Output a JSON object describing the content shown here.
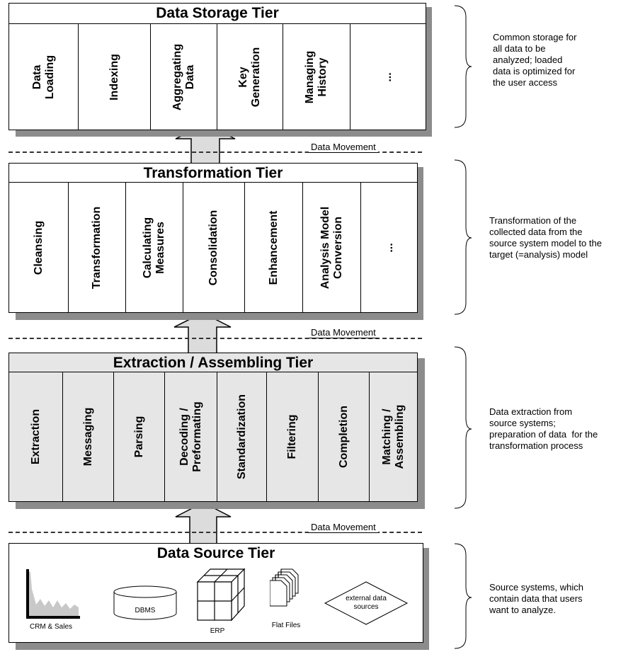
{
  "tiers": {
    "storage": {
      "title": "Data Storage Tier",
      "cells": [
        "Data\nLoading",
        "Indexing",
        "Aggregating\nData",
        "Key\nGeneration",
        "Managing\nHistory",
        "..."
      ],
      "description": "Common storage for\nall data to be\nanalyzed; loaded\ndata is optimized for\nthe user access"
    },
    "transformation": {
      "title": "Transformation Tier",
      "cells": [
        "Cleansing",
        "Transformation",
        "Calculating\nMeasures",
        "Consolidation",
        "Enhancement",
        "Analysis Model\nConversion",
        "..."
      ],
      "description": "Transformation of the\ncollected data from the\nsource system model to the\ntarget (=analysis) model"
    },
    "extraction": {
      "title": "Extraction / Assembling Tier",
      "cells": [
        "Extraction",
        "Messaging",
        "Parsing",
        "Decoding /\nPreformating",
        "Standardization",
        "Filtering",
        "Completion",
        "Matching /\nAssembling"
      ],
      "description": "Data extraction from\nsource systems;\npreparation of data  for the\ntransformation process"
    },
    "source": {
      "title": "Data Source Tier",
      "items": {
        "crm": "CRM & Sales",
        "dbms": "DBMS",
        "erp": "ERP",
        "flat_files": "Flat Files",
        "external": "external data\nsources"
      },
      "description": "Source systems, which\ncontain data that users\nwant to analyze."
    }
  },
  "separators": {
    "label_1": "Data Movement",
    "label_2": "Data Movement",
    "label_3": "Data Movement"
  }
}
